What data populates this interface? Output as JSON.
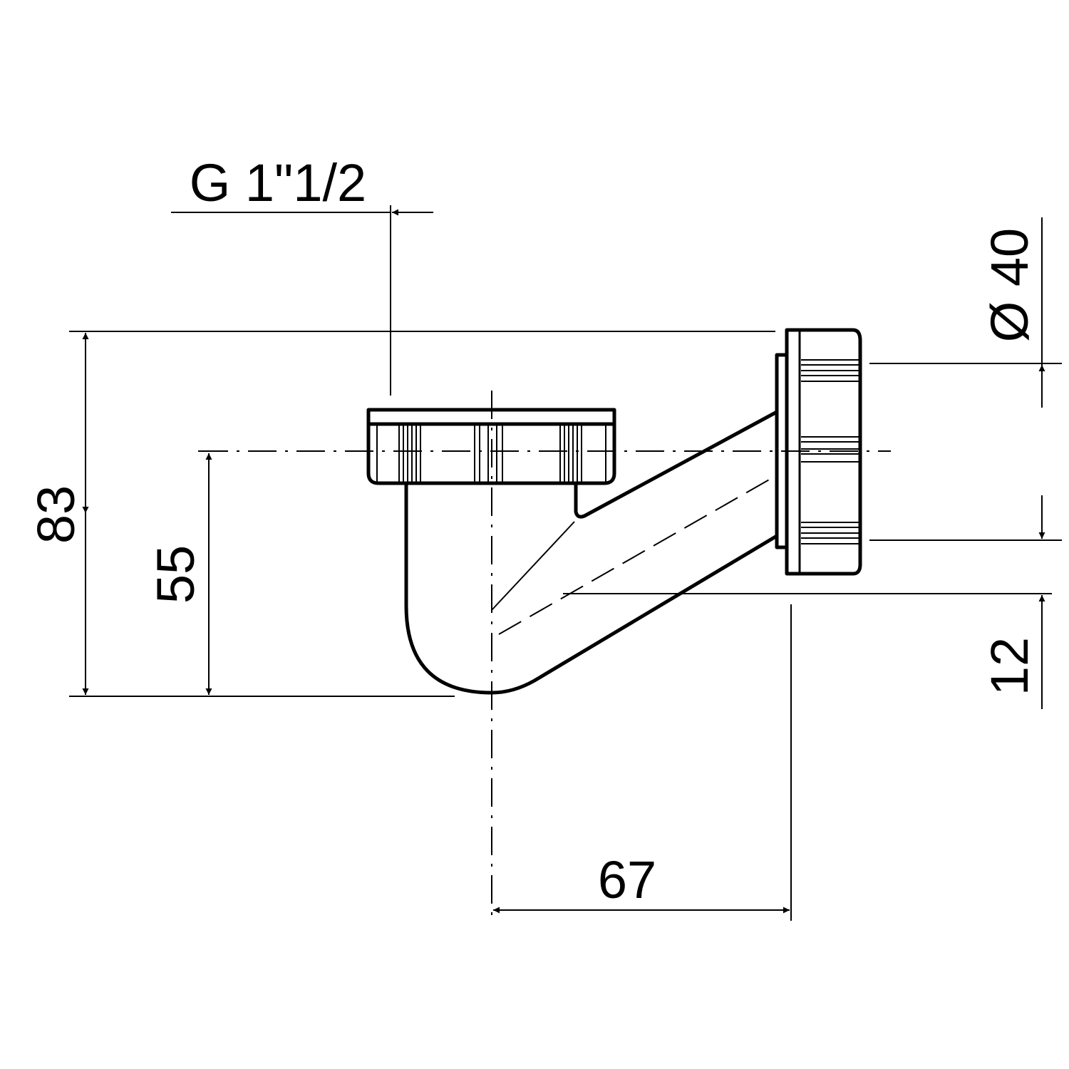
{
  "title": "Siphon technical drawing",
  "dimensions": {
    "thread": "G 1\"1/2",
    "diameter": "Ø 40",
    "height_total": "83",
    "height_center": "55",
    "offset_bottom": "12",
    "horizontal": "67"
  },
  "colors": {
    "line": "#000000",
    "background": "#ffffff"
  }
}
